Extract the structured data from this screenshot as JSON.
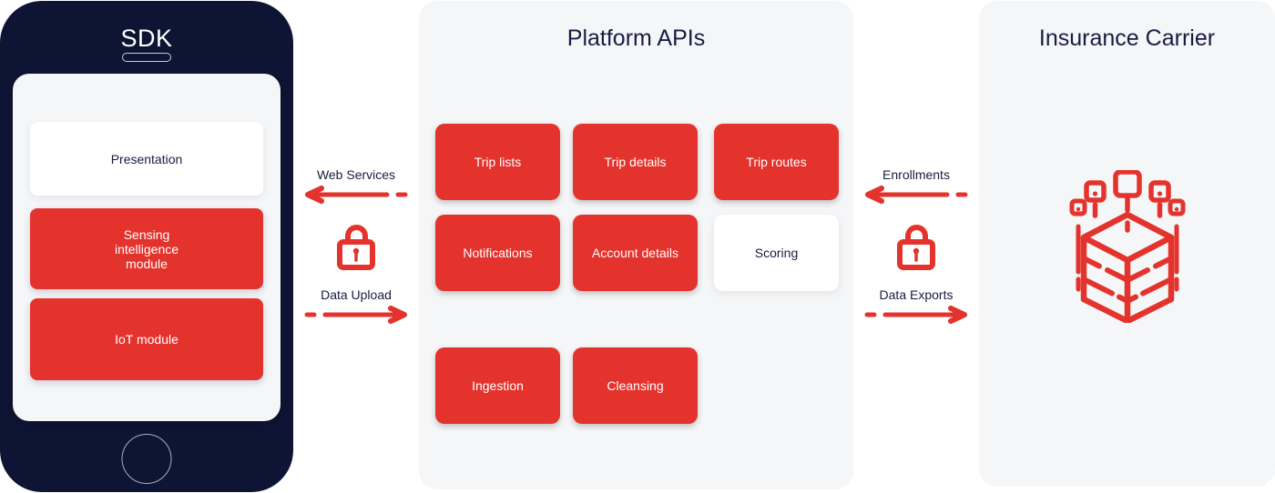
{
  "colors": {
    "navy": "#0e1434",
    "red": "#e4332d",
    "panel_background": "#f5f6f8",
    "text_dark": "#161d42",
    "text_light": "#ffffff"
  },
  "sdk": {
    "title": "SDK",
    "modules": [
      {
        "label": "Presentation",
        "variant": "white"
      },
      {
        "label": "Sensing\nintelligence\nmodule",
        "variant": "red"
      },
      {
        "label": "IoT module",
        "variant": "red"
      }
    ]
  },
  "flows": {
    "left": {
      "top_label": "Web Services",
      "bottom_label": "Data Upload"
    },
    "right": {
      "top_label": "Enrollments",
      "bottom_label": "Data Exports"
    }
  },
  "platform": {
    "title": "Platform APIs",
    "boxes": [
      {
        "label": "Trip lists",
        "variant": "red"
      },
      {
        "label": "Trip details",
        "variant": "red"
      },
      {
        "label": "Trip routes",
        "variant": "red"
      },
      {
        "label": "Notifications",
        "variant": "red"
      },
      {
        "label": "Account details",
        "variant": "red"
      },
      {
        "label": "Scoring",
        "variant": "white"
      },
      {
        "label": "Ingestion",
        "variant": "red"
      },
      {
        "label": "Cleansing",
        "variant": "red"
      }
    ]
  },
  "carrier": {
    "title": "Insurance Carrier"
  },
  "icons": {
    "lock": "lock-icon",
    "cube": "data-cube-icon",
    "arrow_left": "arrow-left-icon",
    "arrow_right": "arrow-right-icon",
    "home_button": "home-button",
    "speaker": "speaker-slot-icon"
  }
}
